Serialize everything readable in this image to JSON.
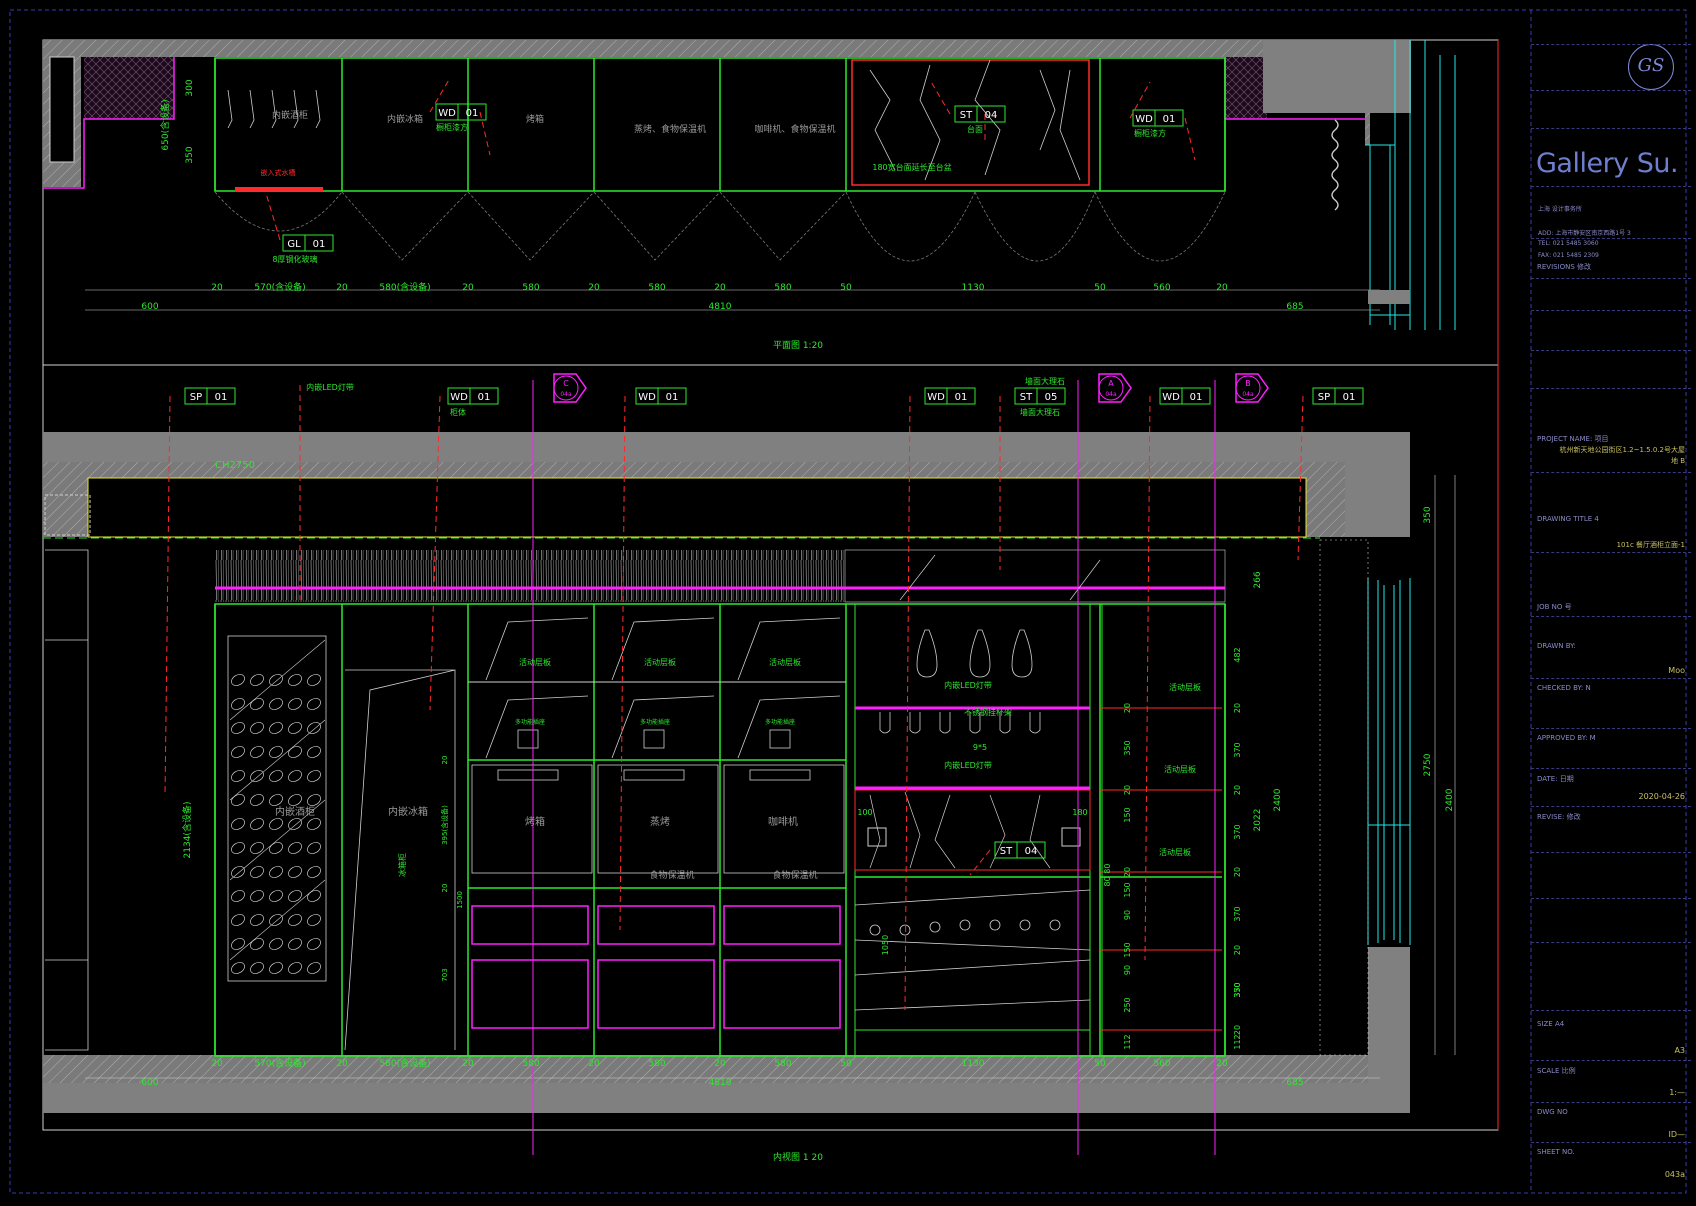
{
  "plan": {
    "title": "平面图 1:20",
    "dims_top": [
      "20",
      "570(含设备)",
      "20",
      "580(含设备)",
      "20",
      "580",
      "20",
      "580",
      "20",
      "580",
      "50",
      "1130",
      "50",
      "560",
      "20"
    ],
    "dims_overall": {
      "left": "600",
      "middle": "4810",
      "right": "685"
    },
    "dims_side": [
      "300",
      "350",
      "650(含设备)"
    ],
    "cell_labels": [
      "内嵌冰箱",
      "烤箱",
      "蒸烤、食物保温机",
      "咖啡机、食物保温机"
    ],
    "cell_label_1": "内嵌酒柜",
    "sink_label": "嵌入式水槽",
    "stone_note": "180宽台面延长至台盆",
    "tags": [
      {
        "code": "WD",
        "num": "01",
        "note": "橱柜漆方"
      },
      {
        "code": "ST",
        "num": "04",
        "note": "台面"
      },
      {
        "code": "WD",
        "num": "01",
        "note": "橱柜漆方"
      },
      {
        "code": "GL",
        "num": "01",
        "note": "8厚钢化玻璃"
      }
    ]
  },
  "elevation": {
    "title": "内视图 1 20",
    "top_tags": [
      {
        "code": "SP",
        "num": "01",
        "note": ""
      },
      {
        "code": "WD",
        "num": "01",
        "note": "柜体"
      },
      {
        "code": "WD",
        "num": "01",
        "note": ""
      },
      {
        "code": "WD",
        "num": "01",
        "note": ""
      },
      {
        "code": "ST",
        "num": "05",
        "note": "墙面大理石"
      },
      {
        "code": "WD",
        "num": "01",
        "note": ""
      },
      {
        "code": "SP",
        "num": "01",
        "note": ""
      }
    ],
    "led_note": "内嵌LED灯带",
    "stone_note_2": "墙面大理石",
    "section_markers": [
      {
        "letter": "C",
        "ref": "04a"
      },
      {
        "letter": "A",
        "ref": "04a"
      },
      {
        "letter": "B",
        "ref": "04a"
      }
    ],
    "ceiling_level": "CH2750",
    "shelf_labels": [
      "活动层板",
      "活动层板",
      "活动层板",
      "活动层板",
      "活动层板",
      "活动层板"
    ],
    "appliance_labels": [
      "烤箱",
      "蒸烤",
      "咖啡机"
    ],
    "warmer_labels": [
      "食物保温机",
      "食物保温机"
    ],
    "fridge_label": "内嵌冰箱",
    "fridge_side": "冰箱柜",
    "wine_label": "内嵌酒柜",
    "switch_labels": [
      "多功能插座",
      "多功能插座",
      "多功能插座"
    ],
    "glass_note": "不锈钢挂杯架",
    "led_note_2": "内嵌LED灯带",
    "led_note_3": "内嵌LED灯带",
    "stone_tag": {
      "code": "ST",
      "num": "04"
    },
    "dims_bottom": [
      "20",
      "570(含设备)",
      "20",
      "580(含设备)",
      "20",
      "580",
      "20",
      "580",
      "20",
      "580",
      "50",
      "1130",
      "50",
      "560",
      "20"
    ],
    "dims_overall": {
      "left": "600",
      "middle": "4810",
      "right": "685"
    },
    "height_total": "2750",
    "height_sub": "2400",
    "height_sub2": "2022",
    "height_top": "350",
    "height_266": "266",
    "height_left": "2134(含设备)",
    "right_dims": [
      "482",
      "20",
      "370",
      "20",
      "370",
      "20",
      "370",
      "20",
      "370",
      "20",
      "350",
      "112"
    ],
    "right_dims_2": [
      "20",
      "350",
      "20",
      "150",
      "20",
      "150",
      "90",
      "150",
      "90",
      "250",
      "112"
    ],
    "mid_dims": [
      "20",
      "395(含设备)",
      "20",
      "1500",
      "703"
    ],
    "dims_extra": [
      "100",
      "180",
      "1050",
      "80 80",
      "9*5"
    ]
  },
  "title_block": {
    "brand": "Gallery Su.",
    "logo_text": "GS",
    "company": "上海    设计事务所",
    "address": "ADD: 上海市静安区南京西路1号 3",
    "tel": "TEL:  021 5485 3060",
    "fax": "FAX:  021 5485 2309",
    "revisions_label": "REVISIONS  修改",
    "project_label": "PROJECT NAME:  项目",
    "project_value": "杭州新天地公园街区1.2~1.5.0.2号大屋",
    "project_value_2": "地 B",
    "drawing_title_label": "DRAWING TITLE  4",
    "drawing_title_value": "101c 餐厅酒柜立面-1",
    "job_label": "JOB NO  号",
    "drawn_label": "DRAWN BY:",
    "drawn_value": "Moo",
    "checked_label": "CHECKED BY:  N",
    "approved_label": "APPROVED BY:  M",
    "date_label": "DATE:  日期",
    "date_value": "2020-04-26",
    "revise_label": "REVISE:  修改",
    "size_label": "SIZE  A4",
    "size_value": "A3",
    "scale_label": "SCALE  比例",
    "scale_value": "1:—",
    "dwg_label": "DWG NO",
    "dwg_value": "ID—",
    "sheet_label": "SHEET NO.",
    "sheet_value": "043a"
  },
  "colors": {
    "green": "#2ee82e",
    "red": "#ff2a2a",
    "magenta": "#ff1fff",
    "grey": "#808080",
    "yellow": "#e8e82e",
    "cyan": "#1fe8e8",
    "white": "#cfcfcf",
    "blue": "#3a3ab0"
  }
}
